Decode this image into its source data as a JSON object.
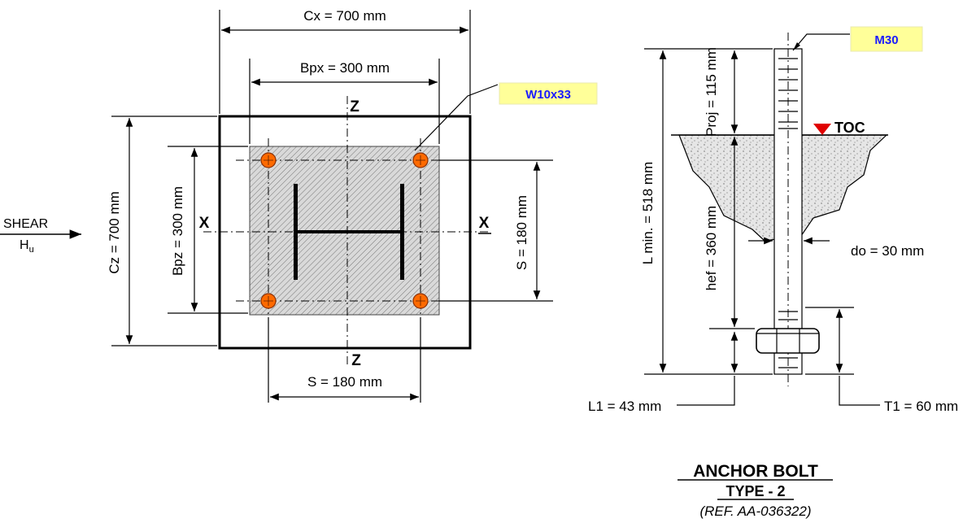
{
  "base_plate": {
    "cx": "Cx = 700 mm",
    "cz": "Cz = 700 mm",
    "bpx": "Bpx = 300 mm",
    "bpz": "Bpz = 300 mm",
    "s_horizontal": "S = 180 mm",
    "s_vertical": "S = 180 mm",
    "column": "W10x33",
    "axis_x": "X",
    "axis_z": "Z",
    "shear": "SHEAR",
    "hu_main": "H",
    "hu_sub": "u"
  },
  "anchor_bolt": {
    "bolt": "M30",
    "proj": "Proj = 115 mm",
    "toc": "TOC",
    "l_min": "L min. = 518 mm",
    "hef": "hef = 360 mm",
    "do": "do = 30 mm",
    "l1": "L1 = 43 mm",
    "t1": "T1 = 60 mm",
    "title": "ANCHOR BOLT",
    "type": "TYPE - 2",
    "ref": "(REF. AA-036322)"
  },
  "colors": {
    "highlight": "#ffff99",
    "bolt_fill": "#ff6a00",
    "toc_marker": "#e00000",
    "tag_text": "#1a1aff"
  }
}
